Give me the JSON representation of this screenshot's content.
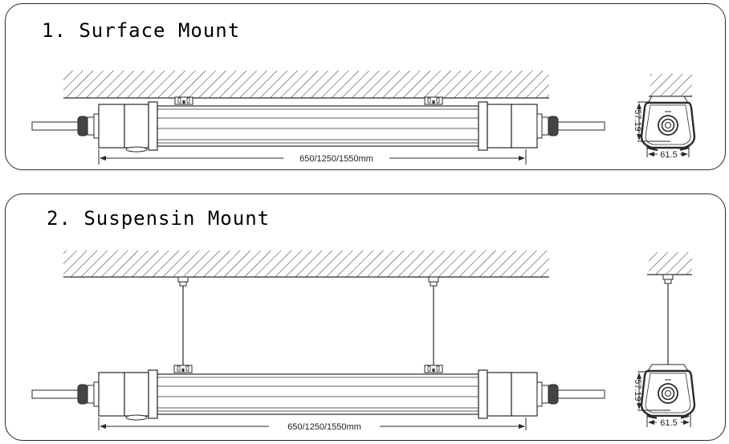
{
  "sections": [
    {
      "title": "1. Surface Mount",
      "length_label": "650/1250/1550mm",
      "end_view": {
        "height_label": "57.19",
        "width_label": "61.5"
      }
    },
    {
      "title": "2. Suspensin Mount",
      "length_label": "650/1250/1550mm",
      "end_view": {
        "height_label": "57.19",
        "width_label": "61.5"
      }
    }
  ],
  "colors": {
    "line": "#2a2a2a",
    "background": "#ffffff"
  }
}
